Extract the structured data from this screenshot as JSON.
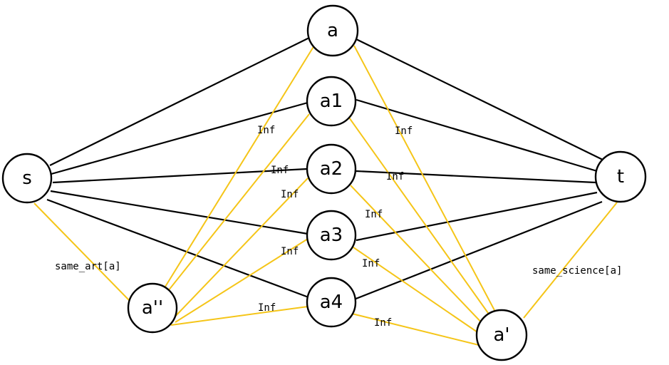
{
  "colors": {
    "capacity_edge": "#000000",
    "inf_edge": "#f5c518",
    "node_fill": "#ffffff"
  },
  "nodes": {
    "s": "s",
    "t": "t",
    "a": "a",
    "a1": "a1",
    "a2": "a2",
    "a3": "a3",
    "a4": "a4",
    "a_pp": "a''",
    "a_p": "a'"
  },
  "edge_labels": {
    "inf": "Inf",
    "same_art": "same_art[a]",
    "same_science": "same_science[a]"
  }
}
